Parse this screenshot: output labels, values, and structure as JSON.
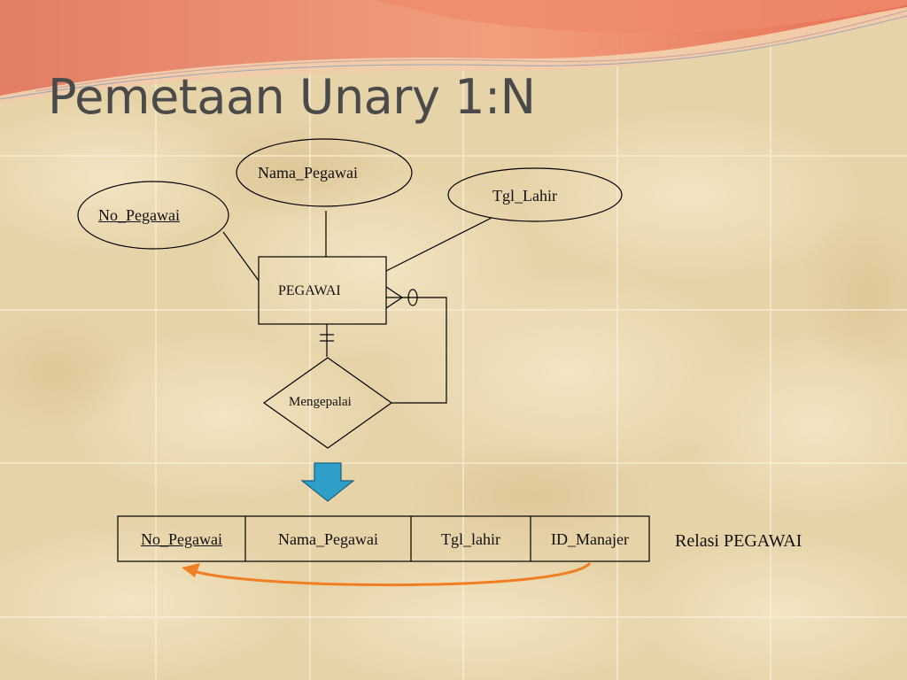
{
  "slide": {
    "title": "Pemetaan Unary 1:N"
  },
  "er_diagram": {
    "entity": "PEGAWAI",
    "relationship": "Mengepalai",
    "attributes": {
      "primary_key": "No_Pegawai",
      "name": "Nama_Pegawai",
      "birth_date": "Tgl_Lahir"
    },
    "cardinality": {
      "entity_side": "one-and-only-one",
      "recursive_side": "zero-or-many"
    }
  },
  "relation": {
    "columns": [
      "No_Pegawai",
      "Nama_Pegawai",
      "Tgl_lahir",
      "ID_Manajer"
    ],
    "primary_key": "No_Pegawai",
    "caption": "Relasi PEGAWAI",
    "reference": {
      "from": "ID_Manajer",
      "to": "No_Pegawai"
    }
  },
  "colors": {
    "background": "#e8d6ac",
    "title_text": "#4a4a4a",
    "wave_top": "#e8806a",
    "arrow_fill": "#2e9fc9",
    "reference_arrow": "#f07e22",
    "lines": "#000000"
  },
  "icons": {
    "transform_arrow": "down-arrow-icon",
    "reference_arrow": "curved-arrow-icon"
  }
}
